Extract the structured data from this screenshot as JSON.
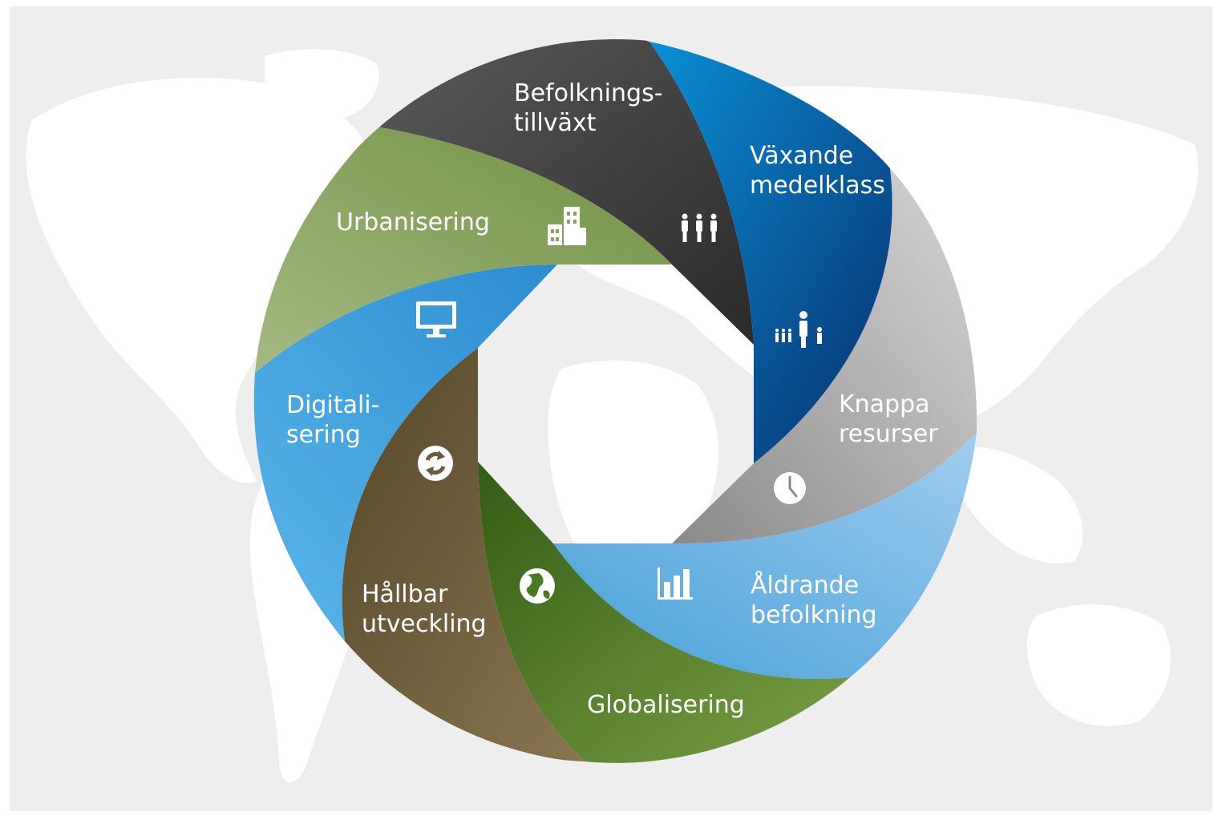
{
  "colors": {
    "background": "#eeeeee",
    "continents": "#ffffff"
  },
  "segments": [
    {
      "id": "befolkningstillvaxt",
      "lines": [
        "Befolknings-",
        "tillväxt"
      ],
      "icon": "people-group-icon",
      "color_light": "#5a5a5a",
      "color_dark": "#2a2a2a"
    },
    {
      "id": "vaxande-medelklass",
      "lines": [
        "Växande",
        "medelklass"
      ],
      "icon": "growing-people-icon",
      "color_light": "#0a8fd6",
      "color_dark": "#07306e"
    },
    {
      "id": "knappa-resurser",
      "lines": [
        "Knappa",
        "resurser"
      ],
      "icon": "clock-icon",
      "color_light": "#d6d6d6",
      "color_dark": "#8a8a8a"
    },
    {
      "id": "aldrande-befolkning",
      "lines": [
        "Åldrande",
        "befolkning"
      ],
      "icon": "bar-chart-icon",
      "color_light": "#9fcdee",
      "color_dark": "#46a0d8"
    },
    {
      "id": "globalisering",
      "lines": [
        "Globalisering"
      ],
      "icon": "globe-icon",
      "color_light": "#7aa045",
      "color_dark": "#335c14"
    },
    {
      "id": "hallbar-utveckling",
      "lines": [
        "Hållbar",
        "utveckling"
      ],
      "icon": "recycle-icon",
      "color_light": "#8a7550",
      "color_dark": "#544728"
    },
    {
      "id": "digitalisering",
      "lines": [
        "Digitali-",
        "sering"
      ],
      "icon": "monitor-icon",
      "color_light": "#5bb7e8",
      "color_dark": "#2c8cd2"
    },
    {
      "id": "urbanisering",
      "lines": [
        "Urbanisering"
      ],
      "icon": "buildings-icon",
      "color_light": "#a5ba82",
      "color_dark": "#6f9040"
    }
  ]
}
